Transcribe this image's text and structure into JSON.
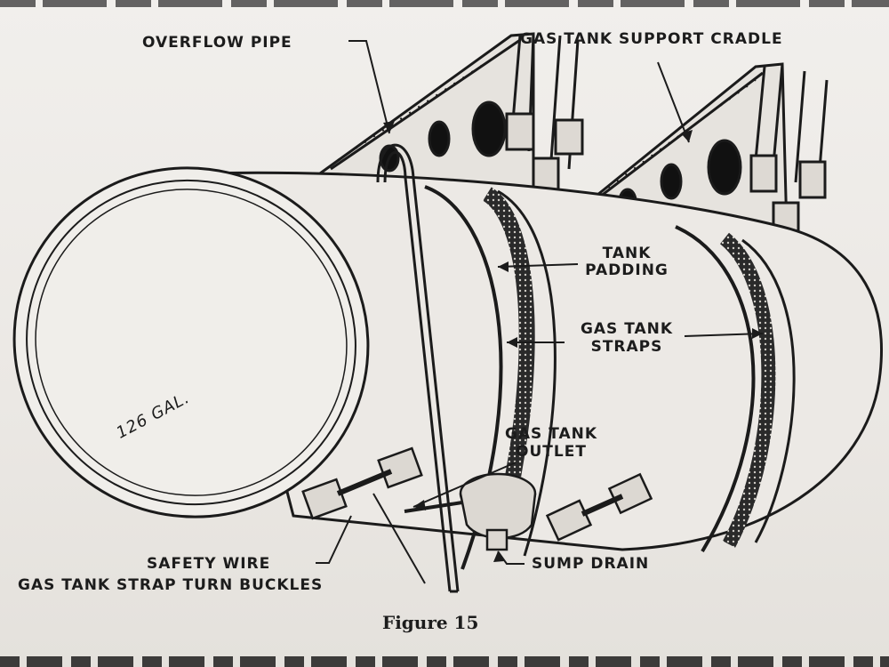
{
  "figure": {
    "caption": "Figure 15",
    "labels": {
      "overflow_pipe": "OVERFLOW PIPE",
      "support_cradle": "GAS TANK SUPPORT CRADLE",
      "tank_padding_1": "TANK",
      "tank_padding_2": "PADDING",
      "straps_1": "GAS TANK",
      "straps_2": "STRAPS",
      "outlet_1": "GAS TANK",
      "outlet_2": "OUTLET",
      "capacity": "126 GAL.",
      "safety_wire": "SAFETY WIRE",
      "sump_drain": "SUMP DRAIN",
      "turn_buckles": "GAS TANK STRAP TURN BUCKLES"
    }
  }
}
